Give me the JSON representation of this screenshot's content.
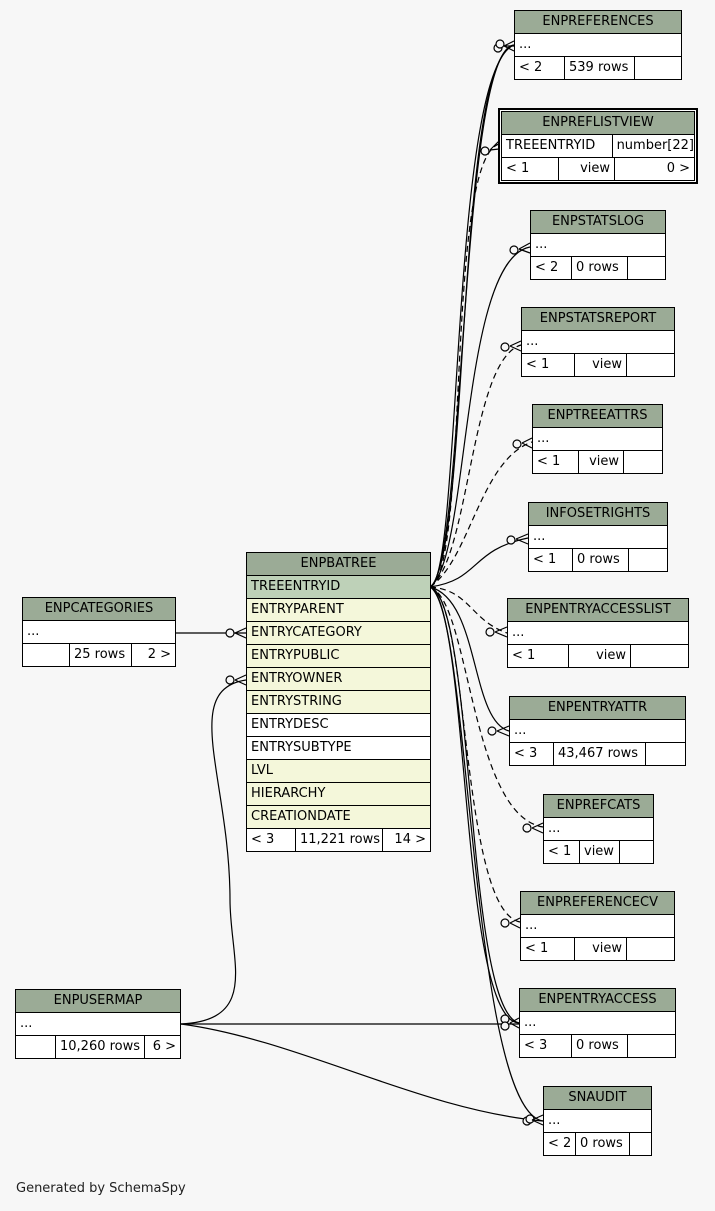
{
  "footer": "Generated by SchemaSpy",
  "tables": {
    "enpreferences": {
      "name": "ENPREFERENCES",
      "body": "...",
      "parents": "< 2",
      "rows": "539 rows",
      "children": ""
    },
    "enpreflistview": {
      "name": "ENPREFLISTVIEW",
      "col_name": "TREEENTRYID",
      "col_type": "number[22]",
      "parents": "< 1",
      "rows": "view",
      "children": "0 >"
    },
    "enpstatslog": {
      "name": "ENPSTATSLOG",
      "body": "...",
      "parents": "< 2",
      "rows": "0 rows",
      "children": ""
    },
    "enpstatsreport": {
      "name": "ENPSTATSREPORT",
      "body": "...",
      "parents": "< 1",
      "rows": "view",
      "children": ""
    },
    "enptreeattrs": {
      "name": "ENPTREEATTRS",
      "body": "...",
      "parents": "< 1",
      "rows": "view",
      "children": ""
    },
    "infosetrights": {
      "name": "INFOSETRIGHTS",
      "body": "...",
      "parents": "< 1",
      "rows": "0 rows",
      "children": ""
    },
    "enpentryaccesslist": {
      "name": "ENPENTRYACCESSLIST",
      "body": "...",
      "parents": "< 1",
      "rows": "view",
      "children": ""
    },
    "enpentryattr": {
      "name": "ENPENTRYATTR",
      "body": "...",
      "parents": "< 3",
      "rows": "43,467 rows",
      "children": ""
    },
    "enprefcats": {
      "name": "ENPREFCATS",
      "body": "...",
      "parents": "< 1",
      "rows": "view",
      "children": ""
    },
    "enpreferencecv": {
      "name": "ENPREFERENCECV",
      "body": "...",
      "parents": "< 1",
      "rows": "view",
      "children": ""
    },
    "enpentryaccess": {
      "name": "ENPENTRYACCESS",
      "body": "...",
      "parents": "< 3",
      "rows": "0 rows",
      "children": ""
    },
    "snaudit": {
      "name": "SNAUDIT",
      "body": "...",
      "parents": "< 2",
      "rows": "0 rows",
      "children": ""
    },
    "enpcategories": {
      "name": "ENPCATEGORIES",
      "body": "...",
      "parents": "",
      "rows": "25 rows",
      "children": "2 >"
    },
    "enpusermap": {
      "name": "ENPUSERMAP",
      "body": "...",
      "parents": "",
      "rows": "10,260 rows",
      "children": "6 >"
    },
    "enpbatree": {
      "name": "ENPBATREE",
      "columns": [
        "TREEENTRYID",
        "ENTRYPARENT",
        "ENTRYCATEGORY",
        "ENTRYPUBLIC",
        "ENTRYOWNER",
        "ENTRYSTRING",
        "ENTRYDESC",
        "ENTRYSUBTYPE",
        "LVL",
        "HIERARCHY",
        "CREATIONDATE"
      ],
      "parents": "< 3",
      "rows": "11,221 rows",
      "children": "14 >"
    }
  },
  "colors": {
    "header": "#9bab96",
    "primary_key": "#bed1b8",
    "foreign_key": "#f4f7da",
    "background": "#f7f7f7"
  }
}
